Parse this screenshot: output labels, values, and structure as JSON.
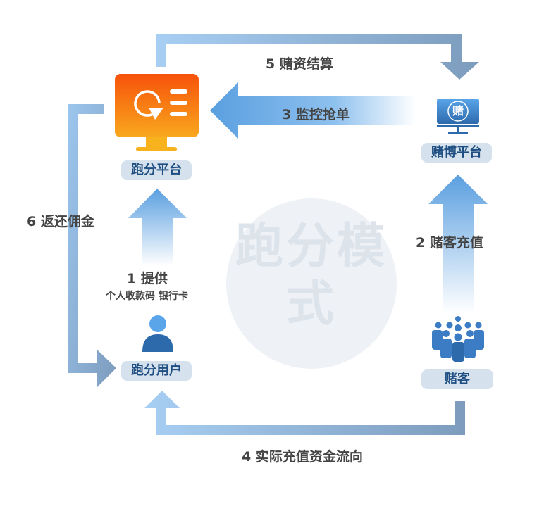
{
  "title": "跑分模式",
  "nodes": {
    "platform": "跑分平台",
    "gambling_platform": "赌博平台",
    "gambling_icon_char": "赌",
    "user": "跑分用户",
    "gambler": "赌客"
  },
  "steps": {
    "s1": "1  提供",
    "s1_detail": "个人收款码  银行卡",
    "s2": "2  赌客充值",
    "s3": "3  监控抢单",
    "s4": "4  实际充值资金流向",
    "s5": "5  赌资结算",
    "s6": "6  返还佣金"
  },
  "colors": {
    "accent": "#1f4f82",
    "orange": "#f7520a",
    "blue": "#5a9fe0"
  }
}
